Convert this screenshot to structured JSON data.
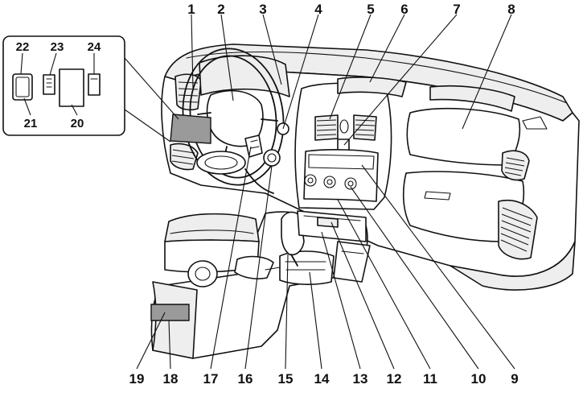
{
  "callouts": {
    "top": [
      "1",
      "2",
      "3",
      "4",
      "5",
      "6",
      "7",
      "8"
    ],
    "bottom": [
      "19",
      "18",
      "17",
      "16",
      "15",
      "14",
      "13",
      "12",
      "11",
      "10",
      "9"
    ],
    "inset": [
      "22",
      "23",
      "24",
      "21",
      "20"
    ]
  }
}
